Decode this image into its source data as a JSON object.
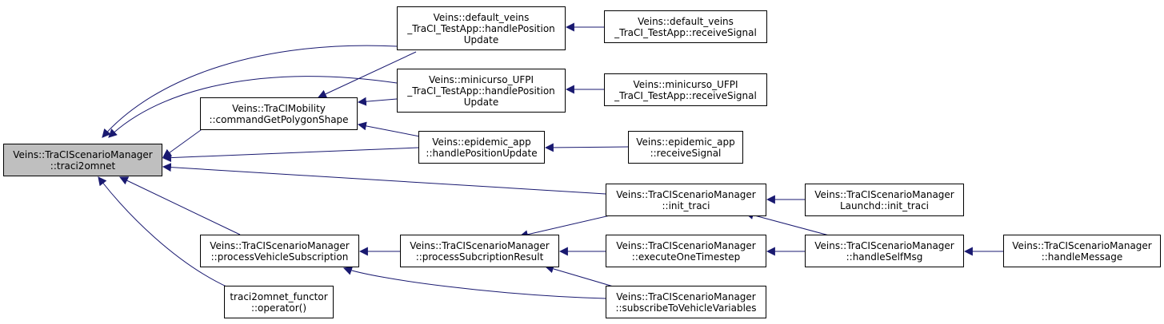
{
  "colors": {
    "edge": "#191970",
    "node_border": "#000000",
    "node_fill": "#ffffff",
    "root_fill": "#bfbfbf"
  },
  "nodes": {
    "n0": {
      "label": "Veins::TraCIScenarioManager\n::traci2omnet"
    },
    "n1": {
      "label": "Veins::TraCIMobility\n::commandGetPolygonShape"
    },
    "n2": {
      "label": "Veins::default_veins\n_TraCI_TestApp::handlePosition\nUpdate"
    },
    "n3": {
      "label": "Veins::minicurso_UFPI\n_TraCI_TestApp::handlePosition\nUpdate"
    },
    "n4": {
      "label": "Veins::epidemic_app\n::handlePositionUpdate"
    },
    "n5": {
      "label": "Veins::default_veins\n_TraCI_TestApp::receiveSignal"
    },
    "n6": {
      "label": "Veins::minicurso_UFPI\n_TraCI_TestApp::receiveSignal"
    },
    "n7": {
      "label": "Veins::epidemic_app\n::receiveSignal"
    },
    "n8": {
      "label": "Veins::TraCIScenarioManager\n::init_traci"
    },
    "n9": {
      "label": "Veins::TraCIScenarioManager\nLaunchd::init_traci"
    },
    "n10": {
      "label": "Veins::TraCIScenarioManager\n::processVehicleSubscription"
    },
    "n11": {
      "label": "Veins::TraCIScenarioManager\n::processSubcriptionResult"
    },
    "n12": {
      "label": "Veins::TraCIScenarioManager\n::executeOneTimestep"
    },
    "n13": {
      "label": "Veins::TraCIScenarioManager\n::handleSelfMsg"
    },
    "n14": {
      "label": "Veins::TraCIScenarioManager\n::handleMessage"
    },
    "n15": {
      "label": "traci2omnet_functor\n::operator()"
    },
    "n16": {
      "label": "Veins::TraCIScenarioManager\n::subscribeToVehicleVariables"
    }
  }
}
